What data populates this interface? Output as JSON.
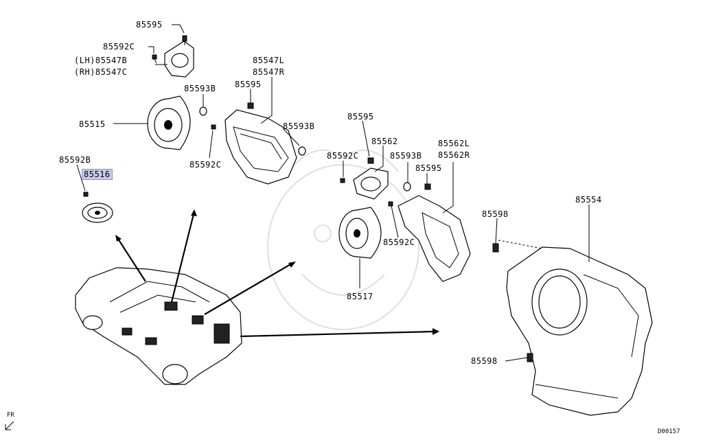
{
  "diagram": {
    "labels": {
      "p85595_a": "85595",
      "p85592c_a": "85592C",
      "p85547b": "(LH)85547B",
      "p85547c": "(RH)85547C",
      "p85547l": "85547L",
      "p85547r": "85547R",
      "p85593b_a": "85593B",
      "p85595_b": "85595",
      "p85515": "85515",
      "p85593b_b": "85593B",
      "p85592c_b": "85592C",
      "p85592b": "85592B",
      "p85516": "85516",
      "p85595_c": "85595",
      "p85562": "85562",
      "p85592c_c": "85592C",
      "p85593b_c": "85593B",
      "p85562l": "85562L",
      "p85562r": "85562R",
      "p85595_d": "85595",
      "p85592c_d": "85592C",
      "p85517": "85517",
      "p85598_a": "85598",
      "p85554": "85554",
      "p85598_b": "85598",
      "fr": "FR",
      "code": "D00157"
    },
    "highlight_color": "#c7c9ee"
  }
}
